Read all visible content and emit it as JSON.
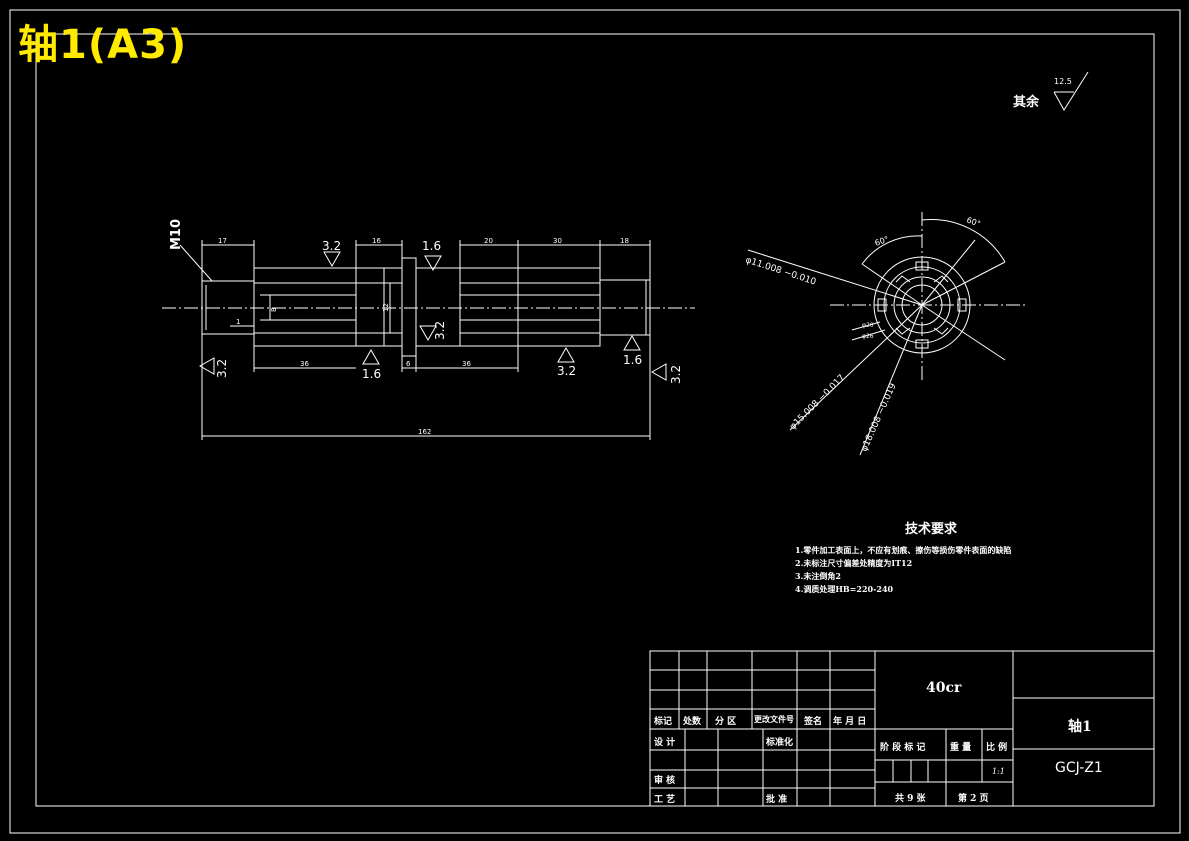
{
  "sheet": {
    "badge": "轴1(A3)",
    "colors": {
      "background": "#000000",
      "lines": "#ffffff",
      "badge": "#ffea00"
    }
  },
  "surface": {
    "rest_label": "其余",
    "rest_value": "12.5"
  },
  "front_view": {
    "thread_label": "M10",
    "dims_top": [
      "17",
      "16",
      "20",
      "30",
      "18"
    ],
    "dims_bottom": [
      "36",
      "6",
      "36"
    ],
    "total_length": "162",
    "small_dims": [
      "1",
      "8",
      "12"
    ],
    "roughness": [
      "3.2",
      "1.6",
      "3.2",
      "1.6",
      "3.2",
      "1.6",
      "3.2",
      "3.2"
    ]
  },
  "section_view": {
    "dia_11": "φ11.008 −0.010",
    "dia_15": "φ15.008 −0.017",
    "dia_18": "φ18.008 −0.019",
    "angle_a": "60°",
    "angle_b": "60°",
    "small_1": "φ20",
    "small_2": "φ26"
  },
  "tech": {
    "heading": "技术要求",
    "lines": [
      "1.零件加工表面上，不应有划痕、擦伤等损伤零件表面的缺陷",
      "2.未标注尺寸偏差处精度为IT12",
      "3.未注倒角2",
      "4.调质处理HB=220-240"
    ]
  },
  "title_block": {
    "material": "40cr",
    "part_name": "轴1",
    "drawing_no": "GCJ-Z1",
    "row_headers": [
      "标记",
      "处数",
      "分 区",
      "更改文件号",
      "签名",
      "年 月 日"
    ],
    "design": "设 计",
    "standardize": "标准化",
    "review": "审 核",
    "process": "工 艺",
    "approve": "批 准",
    "stage_headers": [
      "阶 段 标 记",
      "重 量",
      "比 例"
    ],
    "scale": "1:1",
    "sheets_total": "共 9 张",
    "sheet_no": "第 2 页"
  }
}
